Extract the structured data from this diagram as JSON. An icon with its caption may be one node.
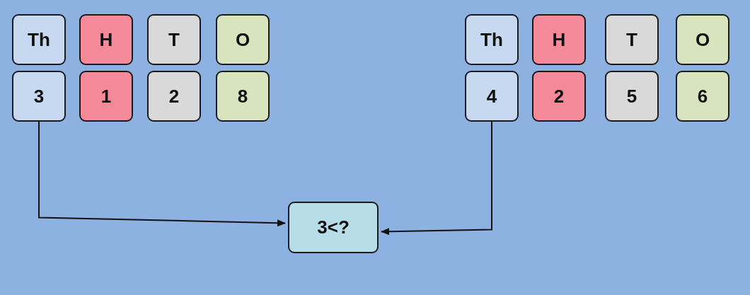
{
  "diagram": {
    "nodes": [
      {
        "text": [
          "Th"
        ]
      },
      {
        "text": [
          "H"
        ]
      },
      {
        "text": [
          "T"
        ]
      },
      {
        "text": [
          "O"
        ]
      },
      {
        "text": [
          "3"
        ]
      },
      {
        "text": [
          "1"
        ]
      },
      {
        "text": [
          "2"
        ]
      },
      {
        "text": [
          "8"
        ]
      },
      {
        "text": [
          "Th"
        ]
      },
      {
        "text": [
          "H"
        ]
      },
      {
        "text": [
          "T"
        ]
      },
      {
        "text": [
          "O"
        ]
      },
      {
        "text": [
          "4"
        ]
      },
      {
        "text": [
          "2"
        ]
      },
      {
        "text": [
          "5"
        ]
      },
      {
        "text": [
          "6"
        ]
      },
      {
        "text": [
          "3<?"
        ]
      }
    ],
    "edges": [
      {
        "from": 4,
        "to": 16,
        "arrow": "to"
      },
      {
        "from": 12,
        "to": 16,
        "arrow": "to"
      }
    ]
  }
}
